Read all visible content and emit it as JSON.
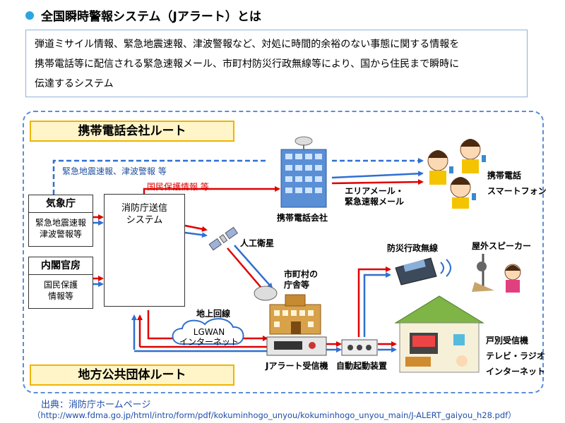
{
  "header": {
    "title": "全国瞬時警報システム（Jアラート）とは",
    "description": [
      "弾道ミサイル情報、緊急地震速報、津波警報など、対処に時間的余裕のない事態に関する情報を",
      "携帯電話等に配信される緊急速報メール、市町村防災行政無線等により、国から住民まで瞬時に",
      "伝達するシステム"
    ]
  },
  "routes": {
    "carrier": "携帯電話会社ルート",
    "local": "地方公共団体ルート"
  },
  "sources_boxes": {
    "jma": {
      "title": "気象庁",
      "body": [
        "緊急地震速報",
        "津波警報等"
      ]
    },
    "cabinet": {
      "title": "内閣官房",
      "body": [
        "国民保護",
        "情報等"
      ]
    }
  },
  "nodes": {
    "fdma": [
      "消防庁送信",
      "システム"
    ],
    "carrier_company": "携帯電話会社",
    "satellite": "人工衛星",
    "municipality": [
      "市町村の",
      "庁舎等"
    ],
    "ground_line": "地上回線",
    "lgwan": [
      "LGWAN",
      "インターネット"
    ],
    "receiver": "Jアラート受信機",
    "auto_start": "自動起動装置",
    "bousai_musen": "防災行政無線",
    "outdoor_speaker": "屋外スピーカー",
    "mobile": [
      "携帯電話",
      "スマートフォン"
    ],
    "household": [
      "戸別受信機",
      "テレビ・ラジオ",
      "インターネット"
    ]
  },
  "flows": {
    "earthquake_tsunami": "緊急地震速報、津波警報 等",
    "civil_protection": "国民保護情報 等",
    "area_mail": [
      "エリアメール・",
      "緊急速報メール"
    ]
  },
  "source": {
    "label": "出典：消防庁ホームページ",
    "url": "（http://www.fdma.go.jp/html/intro/form/pdf/kokuminhogo_unyou/kokuminhogo_unyou_main/J-ALERT_gaiyou_h28.pdf）"
  },
  "colors": {
    "red_flow": "#e00000",
    "blue_flow": "#2f6fd0",
    "route_fill": "#fff5c8",
    "route_border": "#f0b400"
  }
}
